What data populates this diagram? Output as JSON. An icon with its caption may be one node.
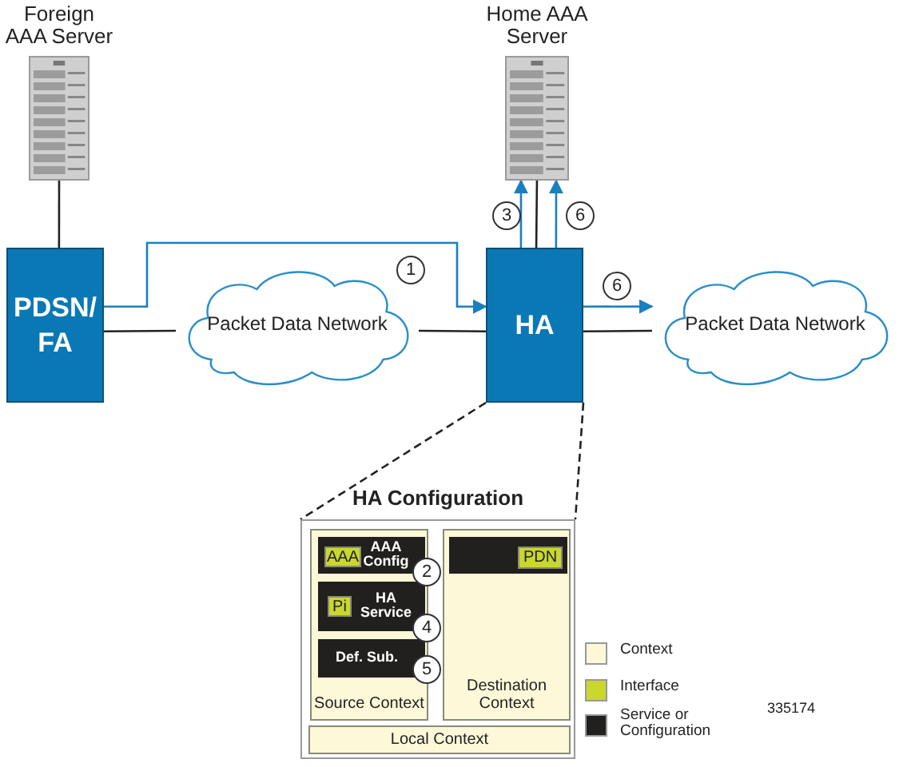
{
  "diagram": {
    "nodes": [
      {
        "text": [
          "Foreign AAA Server"
        ]
      },
      {
        "text": [
          "Home AAA Server"
        ]
      },
      {
        "text": [
          "PDSN/ FA"
        ]
      },
      {
        "text": [
          "Packet Data Network"
        ]
      },
      {
        "text": [
          "HA"
        ]
      },
      {
        "text": [
          "Packet Data Network"
        ]
      },
      {
        "text": [
          "HA Configuration"
        ]
      },
      {
        "text": [
          "Source Context"
        ],
        "in": 6
      },
      {
        "text": [
          "AAA Config"
        ],
        "in": 7
      },
      {
        "text": [
          "AAA"
        ],
        "in": 8
      },
      {
        "text": [
          "HA Service"
        ],
        "in": 7
      },
      {
        "text": [
          "Pi"
        ],
        "in": 10
      },
      {
        "text": [
          "Def. Sub."
        ],
        "in": 7
      },
      {
        "text": [
          "Destination Context"
        ],
        "in": 6
      },
      {
        "text": [],
        "shape": "bar",
        "in": 13
      },
      {
        "text": [
          "PDN"
        ],
        "in": 14
      },
      {
        "text": [
          "Local Context"
        ],
        "in": 6
      }
    ],
    "edges": [
      {
        "from": 0,
        "to": 2,
        "arrow": "none"
      },
      {
        "from": 2,
        "to": 3,
        "arrow": "none"
      },
      {
        "from": 3,
        "to": 4,
        "arrow": "none"
      },
      {
        "from": 1,
        "to": 4,
        "arrow": "none"
      },
      {
        "from": 4,
        "to": 5,
        "arrow": "none"
      },
      {
        "from": 2,
        "to": 4,
        "arrow": "to",
        "label": "1",
        "color": "#1a7fc1"
      },
      {
        "from": 4,
        "to": 1,
        "arrow": "to",
        "label": "3",
        "color": "#1a7fc1"
      },
      {
        "from": 4,
        "to": 1,
        "arrow": "to",
        "label": "6",
        "color": "#1a7fc1"
      },
      {
        "from": 4,
        "to": 5,
        "arrow": "to",
        "label": "6",
        "color": "#1a7fc1"
      },
      {
        "from": 4,
        "to": 6,
        "arrow": "none",
        "style": "dashed"
      },
      {
        "from": 4,
        "to": 6,
        "arrow": "none",
        "style": "dashed"
      }
    ],
    "labels": [
      "2",
      "4",
      "5",
      "335174"
    ],
    "legend": [
      {
        "text": "Context",
        "color": "#fdf8d8"
      },
      {
        "text": "Interface",
        "color": "#c9d72e"
      },
      {
        "text": "Service or Configuration",
        "color": "#221f1f"
      }
    ]
  }
}
